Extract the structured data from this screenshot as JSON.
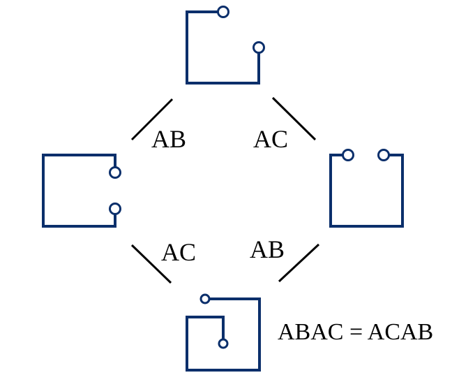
{
  "diagram": {
    "stroke_color": "#0b2f6b",
    "edge_color": "#000000",
    "labels": {
      "top_left": "AB",
      "top_right": "AC",
      "bottom_left": "AC",
      "bottom_right": "AB"
    },
    "equation": "ABAC = ACAB"
  }
}
